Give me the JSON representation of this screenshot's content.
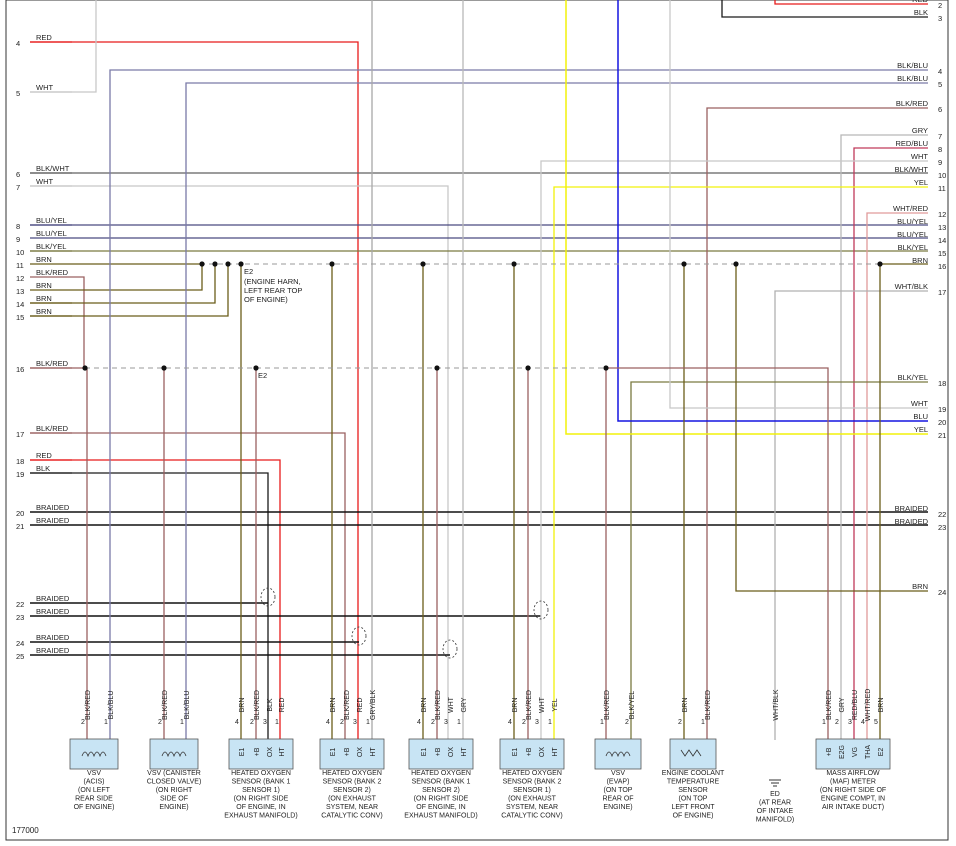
{
  "colors": {
    "RED": "#e81b1b",
    "BLK": "#1a1a1a",
    "WHT": "#c8c8c8",
    "BLK/BLU": "#7a7aa8",
    "BLK/RED": "#9a6060",
    "BRN": "#6b5d1a",
    "GRY": "#b8b8b8",
    "YEL": "#f2f20a",
    "BLU": "#1515e0",
    "GRY/BLK": "#a8a8a8",
    "BLK/WHT": "#606060",
    "BLU/YEL": "#4a4a80",
    "BLK/YEL": "#7a7a40",
    "RED/BLU": "#c03a5a",
    "WHT/RED": "#e09a9a",
    "WHT/BLK": "#b0b0b0",
    "BRAIDED": "#111111",
    "connector_fill": "#c8e4f4"
  },
  "left_pins": [
    {
      "n": "4",
      "label": "RED"
    },
    {
      "n": "5",
      "label": "WHT"
    },
    {
      "n": "6",
      "label": "BLK/WHT"
    },
    {
      "n": "7",
      "label": "WHT"
    },
    {
      "n": "8",
      "label": "BLU/YEL"
    },
    {
      "n": "9",
      "label": "BLU/YEL"
    },
    {
      "n": "10",
      "label": "BLK/YEL"
    },
    {
      "n": "11",
      "label": "BRN"
    },
    {
      "n": "12",
      "label": "BLK/RED"
    },
    {
      "n": "13",
      "label": "BRN"
    },
    {
      "n": "14",
      "label": "BRN"
    },
    {
      "n": "15",
      "label": "BRN"
    },
    {
      "n": "16",
      "label": "BLK/RED"
    },
    {
      "n": "17",
      "label": "BLK/RED"
    },
    {
      "n": "18",
      "label": "RED"
    },
    {
      "n": "19",
      "label": "BLK"
    },
    {
      "n": "20",
      "label": "BRAIDED"
    },
    {
      "n": "21",
      "label": "BRAIDED"
    },
    {
      "n": "22",
      "label": "BRAIDED"
    },
    {
      "n": "23",
      "label": "BRAIDED"
    },
    {
      "n": "24",
      "label": "BRAIDED"
    },
    {
      "n": "25",
      "label": "BRAIDED"
    }
  ],
  "right_pins": [
    {
      "n": "2",
      "label": "RED"
    },
    {
      "n": "3",
      "label": "BLK"
    },
    {
      "n": "4",
      "label": "BLK/BLU"
    },
    {
      "n": "5",
      "label": "BLK/BLU"
    },
    {
      "n": "6",
      "label": "BLK/RED"
    },
    {
      "n": "7",
      "label": "GRY"
    },
    {
      "n": "8",
      "label": "RED/BLU"
    },
    {
      "n": "9",
      "label": "WHT"
    },
    {
      "n": "10",
      "label": "BLK/WHT"
    },
    {
      "n": "11",
      "label": "YEL"
    },
    {
      "n": "12",
      "label": "WHT/RED"
    },
    {
      "n": "13",
      "label": "BLU/YEL"
    },
    {
      "n": "14",
      "label": "BLU/YEL"
    },
    {
      "n": "15",
      "label": "BLK/YEL"
    },
    {
      "n": "16",
      "label": "BRN"
    },
    {
      "n": "17",
      "label": "WHT/BLK"
    },
    {
      "n": "18",
      "label": "BLK/YEL"
    },
    {
      "n": "19",
      "label": "WHT"
    },
    {
      "n": "20",
      "label": "BLU"
    },
    {
      "n": "21",
      "label": "YEL"
    },
    {
      "n": "22",
      "label": "BRAIDED"
    },
    {
      "n": "23",
      "label": "BRAIDED"
    },
    {
      "n": "24",
      "label": "BRN"
    }
  ],
  "splices": {
    "e2_upper": "E2",
    "e2_upper_desc": [
      "(ENGINE HARN,",
      "LEFT REAR TOP",
      "OF ENGINE)"
    ],
    "e2_lower": "E2"
  },
  "components": [
    {
      "id": "vsv-acis",
      "lines": [
        "VSV",
        "(ACIS)",
        "(ON LEFT",
        "REAR SIDE",
        "OF ENGINE)"
      ],
      "pins": [
        {
          "n": "2",
          "func": "",
          "wire": "BLK/RED"
        },
        {
          "n": "1",
          "func": "",
          "wire": "BLK/BLU"
        }
      ]
    },
    {
      "id": "vsv-canister",
      "lines": [
        "VSV (CANISTER",
        "CLOSED VALVE)",
        "(ON RIGHT",
        "SIDE OF",
        "ENGINE)"
      ],
      "pins": [
        {
          "n": "2",
          "func": "",
          "wire": "BLK/RED"
        },
        {
          "n": "1",
          "func": "",
          "wire": "BLK/BLU"
        }
      ]
    },
    {
      "id": "ho2s-b1s1",
      "lines": [
        "HEATED OXYGEN",
        "SENSOR (BANK 1",
        "SENSOR 1)",
        "(ON RIGHT SIDE",
        "OF ENGINE, IN",
        "EXHAUST MANIFOLD)"
      ],
      "pins": [
        {
          "n": "4",
          "func": "E1",
          "wire": "BRN"
        },
        {
          "n": "2",
          "func": "+B",
          "wire": "BLK/RED"
        },
        {
          "n": "3",
          "func": "OX",
          "wire": "BLK"
        },
        {
          "n": "1",
          "func": "HT",
          "wire": "RED"
        }
      ]
    },
    {
      "id": "ho2s-b2s2",
      "lines": [
        "HEATED OXYGEN",
        "SENSOR (BANK 2",
        "SENSOR 2)",
        "(ON EXHAUST",
        "SYSTEM, NEAR",
        "CATALYTIC CONV)"
      ],
      "pins": [
        {
          "n": "4",
          "func": "E1",
          "wire": "BRN"
        },
        {
          "n": "2",
          "func": "+B",
          "wire": "BLK/RED"
        },
        {
          "n": "3",
          "func": "OX",
          "wire": "RED"
        },
        {
          "n": "1",
          "func": "HT",
          "wire": "GRY/BLK"
        }
      ]
    },
    {
      "id": "ho2s-b1s2",
      "lines": [
        "HEATED OXYGEN",
        "SENSOR (BANK 1",
        "SENSOR 2)",
        "(ON RIGHT SIDE",
        "OF ENGINE, IN",
        "EXHAUST MANIFOLD)"
      ],
      "pins": [
        {
          "n": "4",
          "func": "E1",
          "wire": "BRN"
        },
        {
          "n": "2",
          "func": "+B",
          "wire": "BLK/RED"
        },
        {
          "n": "3",
          "func": "OX",
          "wire": "WHT"
        },
        {
          "n": "1",
          "func": "HT",
          "wire": "GRY"
        }
      ]
    },
    {
      "id": "ho2s-b2s1",
      "lines": [
        "HEATED OXYGEN",
        "SENSOR (BANK 2",
        "SENSOR 1)",
        "(ON EXHAUST",
        "SYSTEM, NEAR",
        "CATALYTIC CONV)"
      ],
      "pins": [
        {
          "n": "4",
          "func": "E1",
          "wire": "BRN"
        },
        {
          "n": "2",
          "func": "+B",
          "wire": "BLK/RED"
        },
        {
          "n": "3",
          "func": "OX",
          "wire": "WHT"
        },
        {
          "n": "1",
          "func": "HT",
          "wire": "YEL"
        }
      ]
    },
    {
      "id": "vsv-evap",
      "lines": [
        "VSV",
        "(EVAP)",
        "(ON TOP",
        "REAR OF",
        "ENGINE)"
      ],
      "pins": [
        {
          "n": "1",
          "func": "",
          "wire": "BLK/RED"
        },
        {
          "n": "2",
          "func": "",
          "wire": "BLK/YEL"
        }
      ]
    },
    {
      "id": "ect-sensor",
      "lines": [
        "ENGINE COOLANT",
        "TEMPERATURE",
        "SENSOR",
        "(ON TOP",
        "LEFT FRONT",
        "OF ENGINE)"
      ],
      "pins": [
        {
          "n": "2",
          "func": "",
          "wire": "BRN"
        },
        {
          "n": "1",
          "func": "",
          "wire": "BLK/RED"
        }
      ]
    },
    {
      "id": "ground-ed",
      "lines": [
        "ED",
        "(AT REAR",
        "OF INTAKE",
        "MANIFOLD)"
      ],
      "pins": [
        {
          "n": "",
          "func": "",
          "wire": "WHT/BLK"
        }
      ]
    },
    {
      "id": "maf-meter",
      "lines": [
        "MASS AIRFLOW",
        "(MAF) METER",
        "(ON RIGHT SIDE OF",
        "ENGINE COMPT, IN",
        "AIR INTAKE DUCT)"
      ],
      "pins": [
        {
          "n": "1",
          "func": "+B",
          "wire": "BLK/RED"
        },
        {
          "n": "2",
          "func": "E2G",
          "wire": "GRY"
        },
        {
          "n": "3",
          "func": "VG",
          "wire": "RED/BLU"
        },
        {
          "n": "4",
          "func": "THA",
          "wire": "WHT/RED"
        },
        {
          "n": "5",
          "func": "E2",
          "wire": "BRN"
        }
      ]
    }
  ],
  "figure_id": "177000"
}
